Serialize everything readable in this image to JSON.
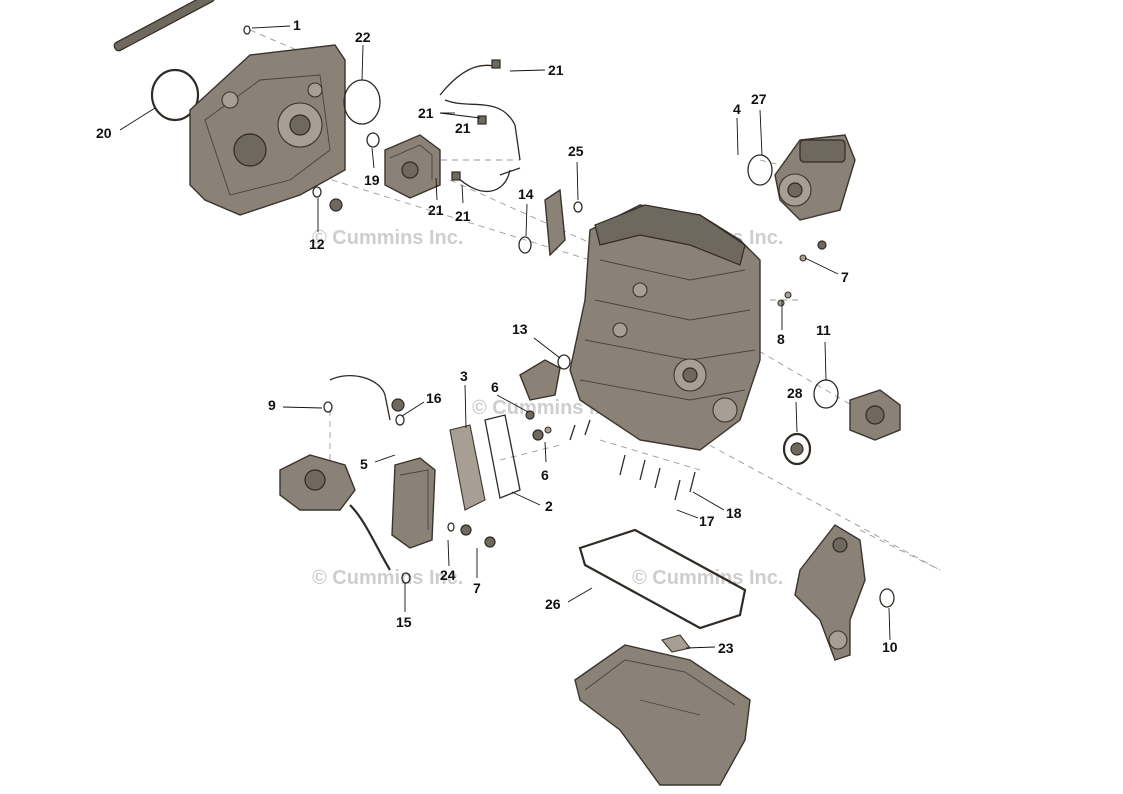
{
  "watermark_text": "© Cummins Inc.",
  "callouts": [
    {
      "id": "c1",
      "label": "1"
    },
    {
      "id": "c22",
      "label": "22"
    },
    {
      "id": "c20",
      "label": "20"
    },
    {
      "id": "c19",
      "label": "19"
    },
    {
      "id": "c12",
      "label": "12"
    },
    {
      "id": "c21a",
      "label": "21"
    },
    {
      "id": "c21b",
      "label": "21"
    },
    {
      "id": "c21c",
      "label": "21"
    },
    {
      "id": "c21d",
      "label": "21"
    },
    {
      "id": "c21e",
      "label": "21"
    },
    {
      "id": "c25",
      "label": "25"
    },
    {
      "id": "c14",
      "label": "14"
    },
    {
      "id": "c4",
      "label": "4"
    },
    {
      "id": "c27",
      "label": "27"
    },
    {
      "id": "c7a",
      "label": "7"
    },
    {
      "id": "c8",
      "label": "8"
    },
    {
      "id": "c11",
      "label": "11"
    },
    {
      "id": "c28",
      "label": "28"
    },
    {
      "id": "c13",
      "label": "13"
    },
    {
      "id": "c3",
      "label": "3"
    },
    {
      "id": "c6a",
      "label": "6"
    },
    {
      "id": "c6b",
      "label": "6"
    },
    {
      "id": "c9",
      "label": "9"
    },
    {
      "id": "c16",
      "label": "16"
    },
    {
      "id": "c5",
      "label": "5"
    },
    {
      "id": "c2",
      "label": "2"
    },
    {
      "id": "c17",
      "label": "17"
    },
    {
      "id": "c18",
      "label": "18"
    },
    {
      "id": "c24",
      "label": "24"
    },
    {
      "id": "c7b",
      "label": "7"
    },
    {
      "id": "c15",
      "label": "15"
    },
    {
      "id": "c26",
      "label": "26"
    },
    {
      "id": "c23",
      "label": "23"
    },
    {
      "id": "c10",
      "label": "10"
    }
  ]
}
